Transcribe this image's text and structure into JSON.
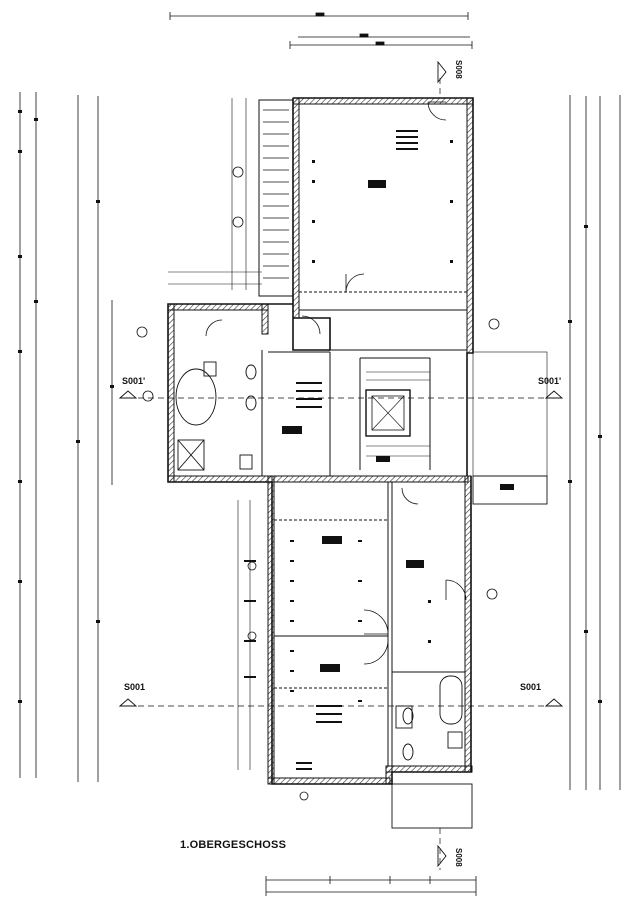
{
  "drawing": {
    "floor_title": "1.OBERGESCHOSS",
    "section_left_1": "S001'",
    "section_right_1": "S001'",
    "section_left_2": "S001",
    "section_right_2": "S001",
    "section_top": "S008",
    "section_bottom": "S008"
  },
  "colors": {
    "line": "#111111",
    "wall_hatch": "#444444",
    "paper": "#ffffff"
  }
}
